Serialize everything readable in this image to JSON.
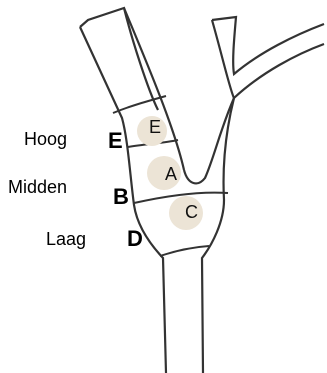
{
  "labels": {
    "high": "Hoog",
    "middle": "Midden",
    "low": "Laag"
  },
  "outer_letters": {
    "high": "E",
    "middle": "B",
    "low": "D"
  },
  "inner_letters": {
    "top": "E",
    "middle": "A",
    "bottom": "C"
  },
  "colors": {
    "outline": "#333333",
    "disc_fill": "#ece4d6",
    "text": "#000000"
  }
}
